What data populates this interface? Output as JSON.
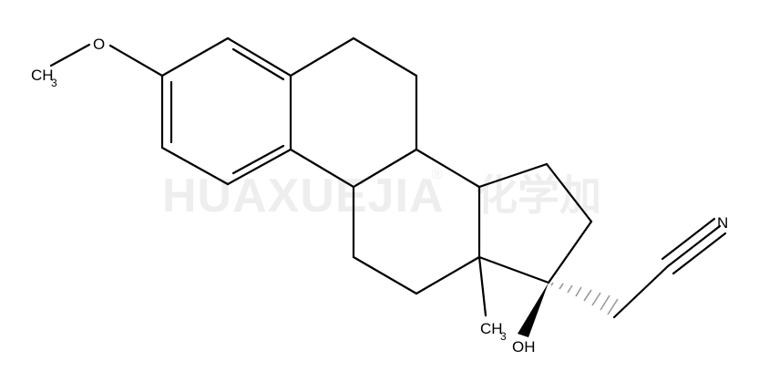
{
  "watermark": {
    "text_latin": "HUAXUEJIA",
    "registered_mark": "®",
    "text_cjk": "化学加"
  },
  "atoms": {
    "methoxy_oxygen": "O",
    "methyl_left": {
      "main": "CH",
      "sub": "3"
    },
    "angular_methyl": {
      "main": "CH",
      "sub": "3"
    },
    "hydroxyl": "OH",
    "nitrile_nitrogen": "N"
  },
  "colors": {
    "bond": "#000000",
    "watermark": "#eeeeee",
    "background": "#ffffff"
  }
}
